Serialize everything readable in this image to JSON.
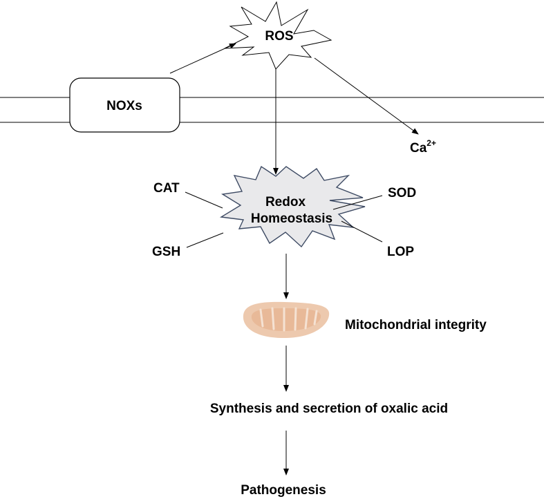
{
  "nodes": {
    "ros": "ROS",
    "noxs": "NOXs",
    "calcium": {
      "base": "Ca",
      "superscript": "2+"
    },
    "redox": {
      "line1": "Redox",
      "line2": "Homeostasis"
    },
    "cat": "CAT",
    "sod": "SOD",
    "gsh": "GSH",
    "lop": "LOP",
    "mitochondria": "Mitochondrial integrity",
    "oxalic": "Synthesis and secretion of oxalic acid",
    "pathogenesis": "Pathogenesis"
  },
  "colors": {
    "stroke": "#000000",
    "burst_fill": "#e9e9eb",
    "burst_stroke": "#3d4a63",
    "mito_outer": "#edc9ae",
    "mito_inner": "#e8b998",
    "mito_crista": "#f5e2d3"
  }
}
